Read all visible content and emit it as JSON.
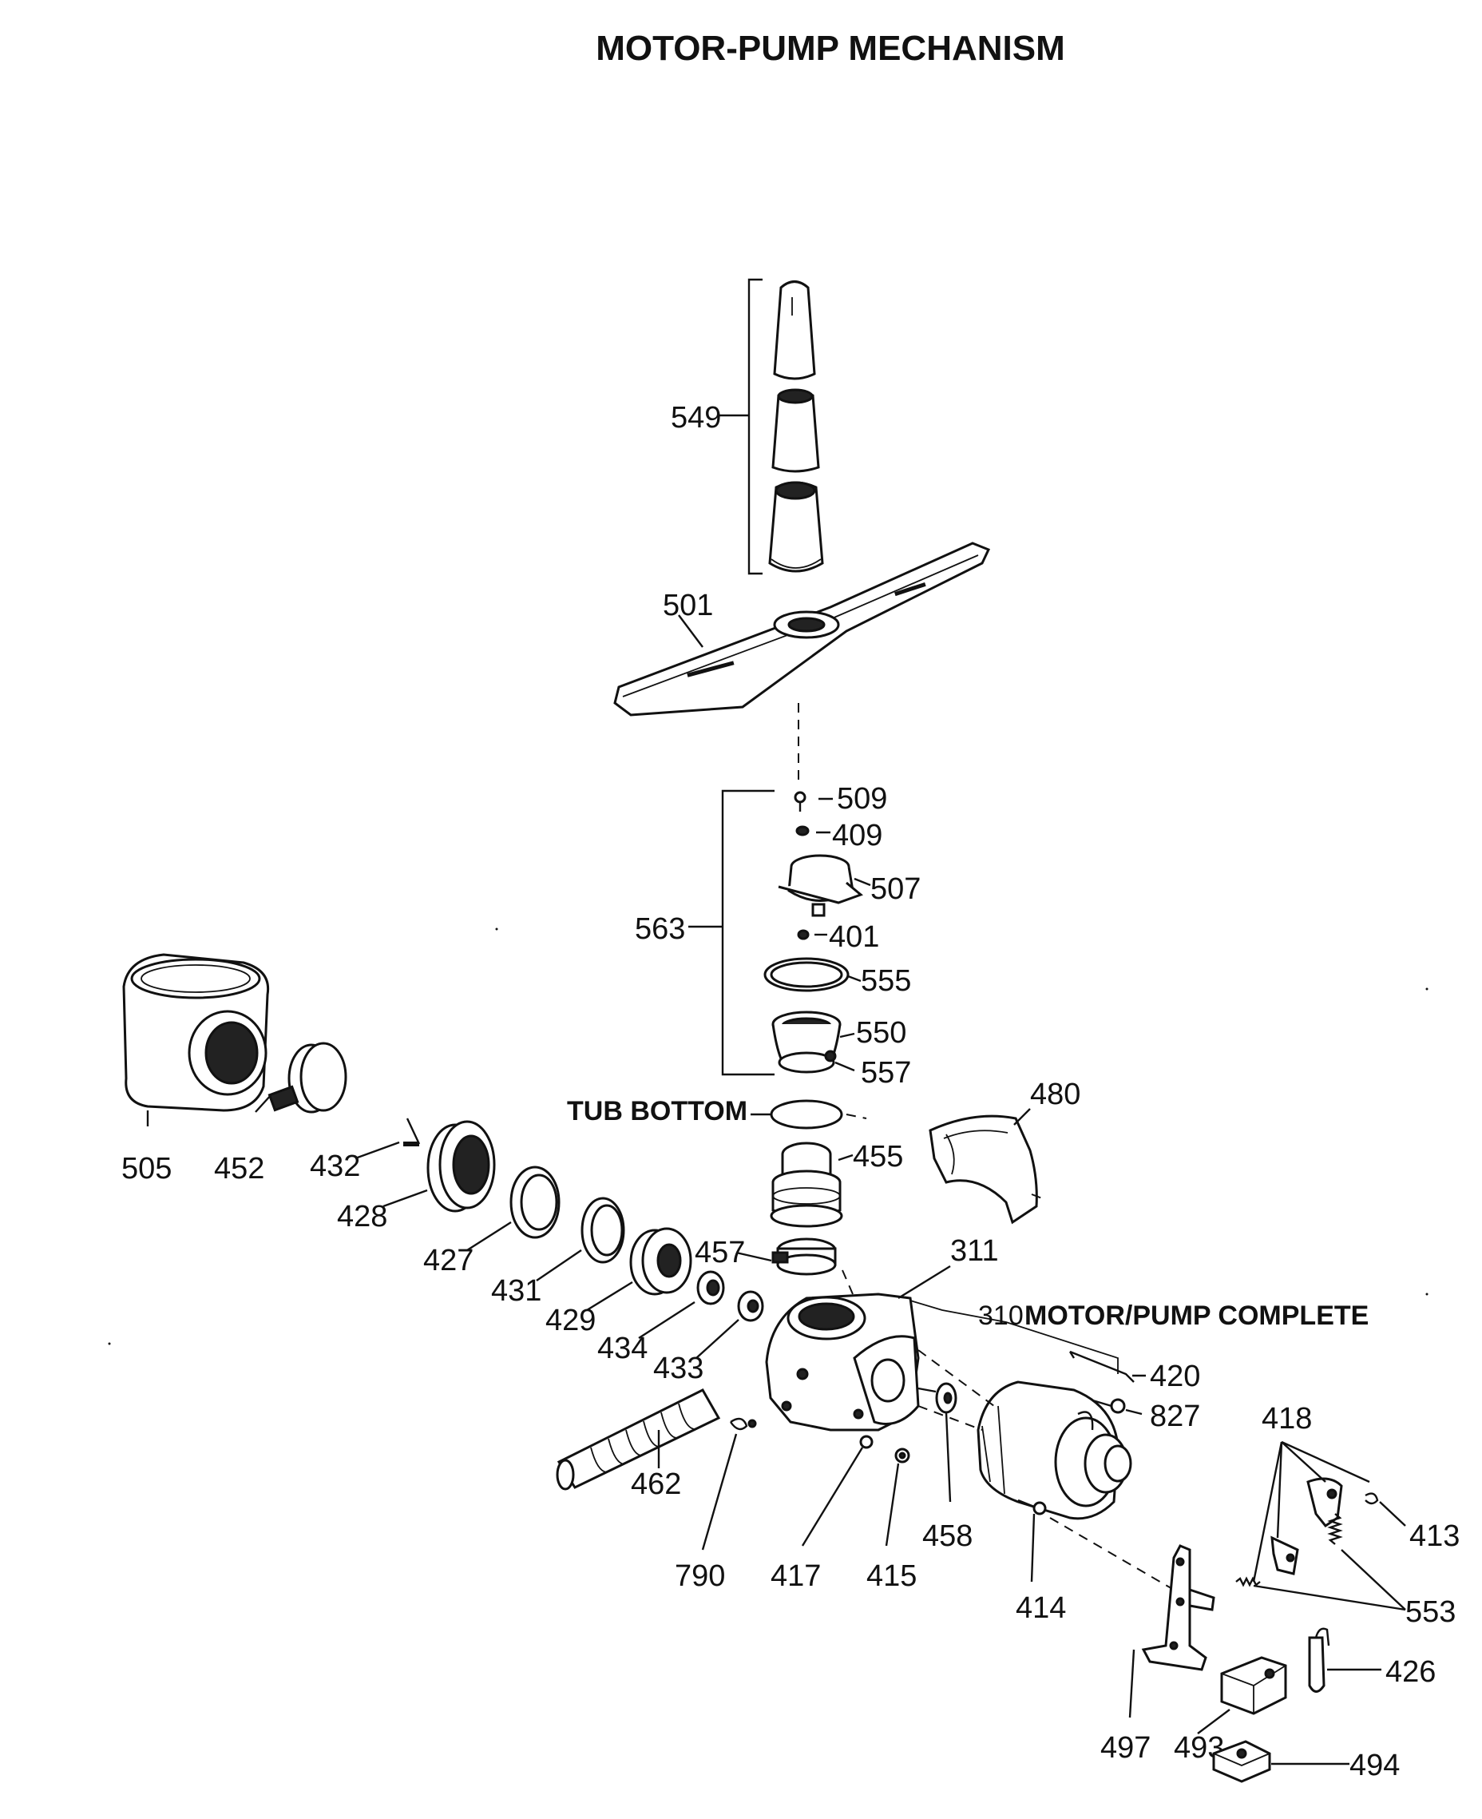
{
  "title": "MOTOR-PUMP MECHANISM",
  "headings": {
    "tub_bottom": "TUB BOTTOM",
    "motor_pump_complete_number": "310",
    "motor_pump_complete": "MOTOR/PUMP COMPLETE"
  },
  "callouts": {
    "c549": "549",
    "c501": "501",
    "c509": "509",
    "c409": "409",
    "c507": "507",
    "c563": "563",
    "c401": "401",
    "c555": "555",
    "c550": "550",
    "c557": "557",
    "c480": "480",
    "c505": "505",
    "c452": "452",
    "c432": "432",
    "c428": "428",
    "c427": "427",
    "c431": "431",
    "c429": "429",
    "c434": "434",
    "c433": "433",
    "c455": "455",
    "c457": "457",
    "c311": "311",
    "c420": "420",
    "c827": "827",
    "c462": "462",
    "c790": "790",
    "c417": "417",
    "c415": "415",
    "c458": "458",
    "c414": "414",
    "c418": "418",
    "c413": "413",
    "c553": "553",
    "c426": "426",
    "c497": "497",
    "c493": "493",
    "c494": "494"
  },
  "colors": {
    "ink": "#111111",
    "paper": "#ffffff"
  }
}
